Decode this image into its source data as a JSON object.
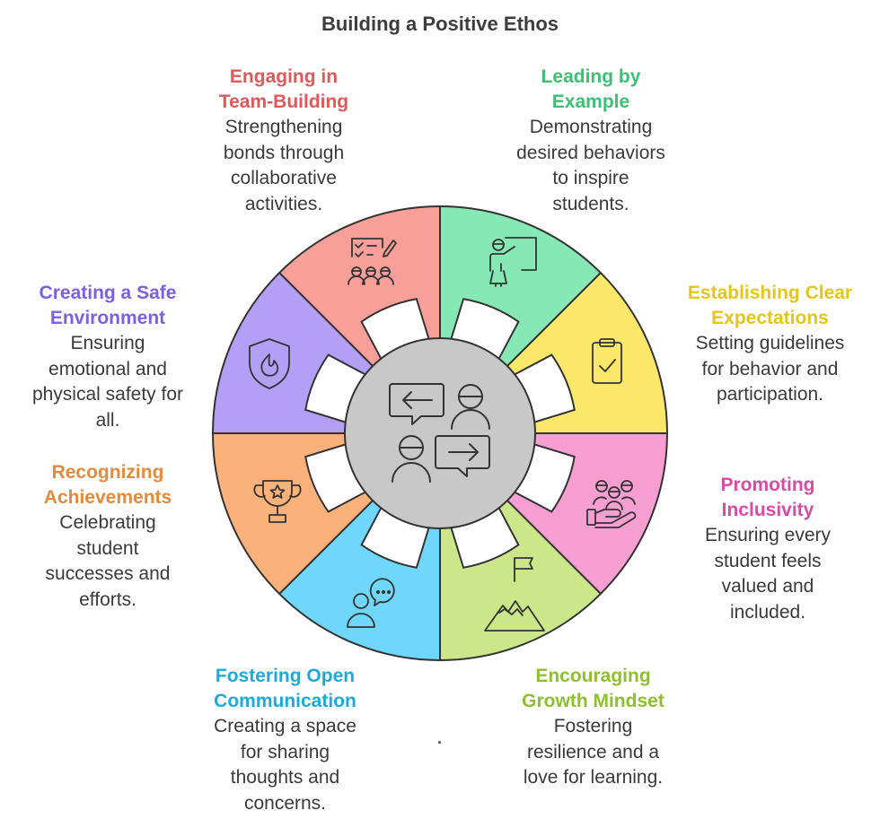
{
  "title": "Building a Positive Ethos",
  "segments": [
    {
      "id": "team-building",
      "heading": "Engaging in\nTeam-Building",
      "description": "Strengthening\nbonds through\ncollaborative\nactivities.",
      "color": "#f89f9a",
      "title_color": "#e0585a",
      "icon": "team-checklist-icon"
    },
    {
      "id": "leading",
      "heading": "Leading by\nExample",
      "description": "Demonstrating\ndesired behaviors\nto inspire\nstudents.",
      "color": "#86e8b4",
      "title_color": "#3dbf76",
      "icon": "teacher-icon"
    },
    {
      "id": "expectations",
      "heading": "Establishing Clear\nExpectations",
      "description": "Setting guidelines\nfor behavior and\nparticipation.",
      "color": "#fbe86a",
      "title_color": "#e3c619",
      "icon": "clipboard-check-icon"
    },
    {
      "id": "inclusivity",
      "heading": "Promoting\nInclusivity",
      "description": "Ensuring every\nstudent feels\nvalued and\nincluded.",
      "color": "#f79fd3",
      "title_color": "#da4aa5",
      "icon": "group-hand-icon"
    },
    {
      "id": "growth",
      "heading": "Encouraging\nGrowth Mindset",
      "description": "Fostering\nresilience and a\nlove for learning.",
      "color": "#cbe78a",
      "title_color": "#8fbf2f",
      "icon": "mountain-flag-icon"
    },
    {
      "id": "communication",
      "heading": "Fostering Open\nCommunication",
      "description": "Creating a space\nfor sharing\nthoughts and\nconcerns.",
      "color": "#6fd7fb",
      "title_color": "#1caad9",
      "icon": "person-chat-icon"
    },
    {
      "id": "achievements",
      "heading": "Recognizing\nAchievements",
      "description": "Celebrating\nstudent\nsuccesses and\nefforts.",
      "color": "#fbb27a",
      "title_color": "#e38a3c",
      "icon": "trophy-icon"
    },
    {
      "id": "safety",
      "heading": "Creating a Safe\nEnvironment",
      "description": "Ensuring\nemotional and\nphysical safety for\nall.",
      "color": "#b39ff5",
      "title_color": "#7b60e0",
      "icon": "shield-icon"
    }
  ],
  "center": {
    "color": "#c8c8c8",
    "icon": "conversation-icon"
  }
}
